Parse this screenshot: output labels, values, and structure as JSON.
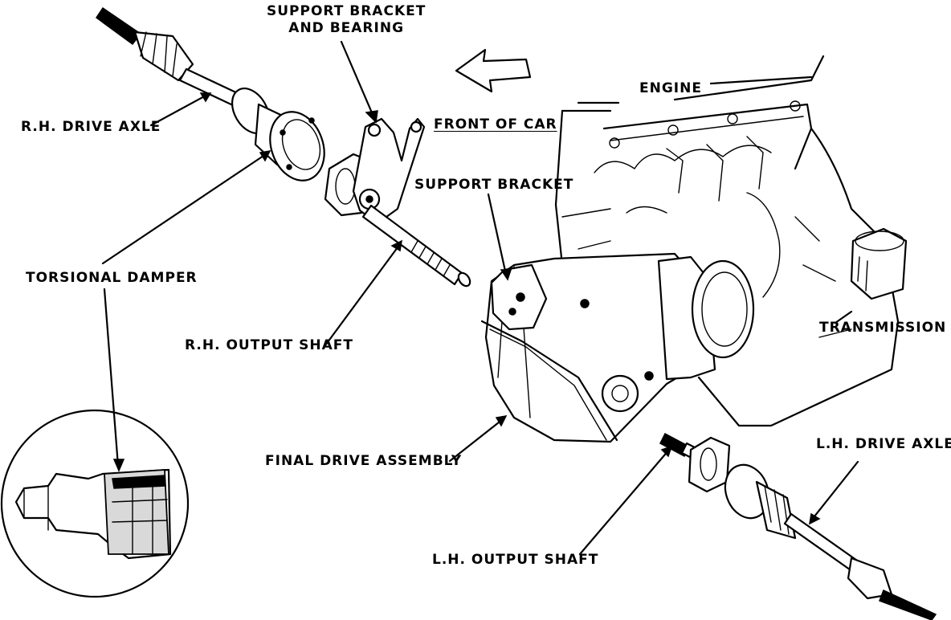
{
  "labels": {
    "support_bracket_and_bearing_1": "SUPPORT BRACKET",
    "support_bracket_and_bearing_2": "AND BEARING",
    "engine": "ENGINE",
    "front_of_car": "FRONT OF CAR",
    "rh_drive_axle": "R.H. DRIVE AXLE",
    "support_bracket": "SUPPORT BRACKET",
    "torsional_damper": "TORSIONAL DAMPER",
    "rh_output_shaft": "R.H. OUTPUT SHAFT",
    "transmission": "TRANSMISSION",
    "final_drive_assembly": "FINAL DRIVE ASSEMBLY",
    "lh_drive_axle": "L.H. DRIVE AXLE",
    "lh_output_shaft": "L.H. OUTPUT SHAFT"
  }
}
